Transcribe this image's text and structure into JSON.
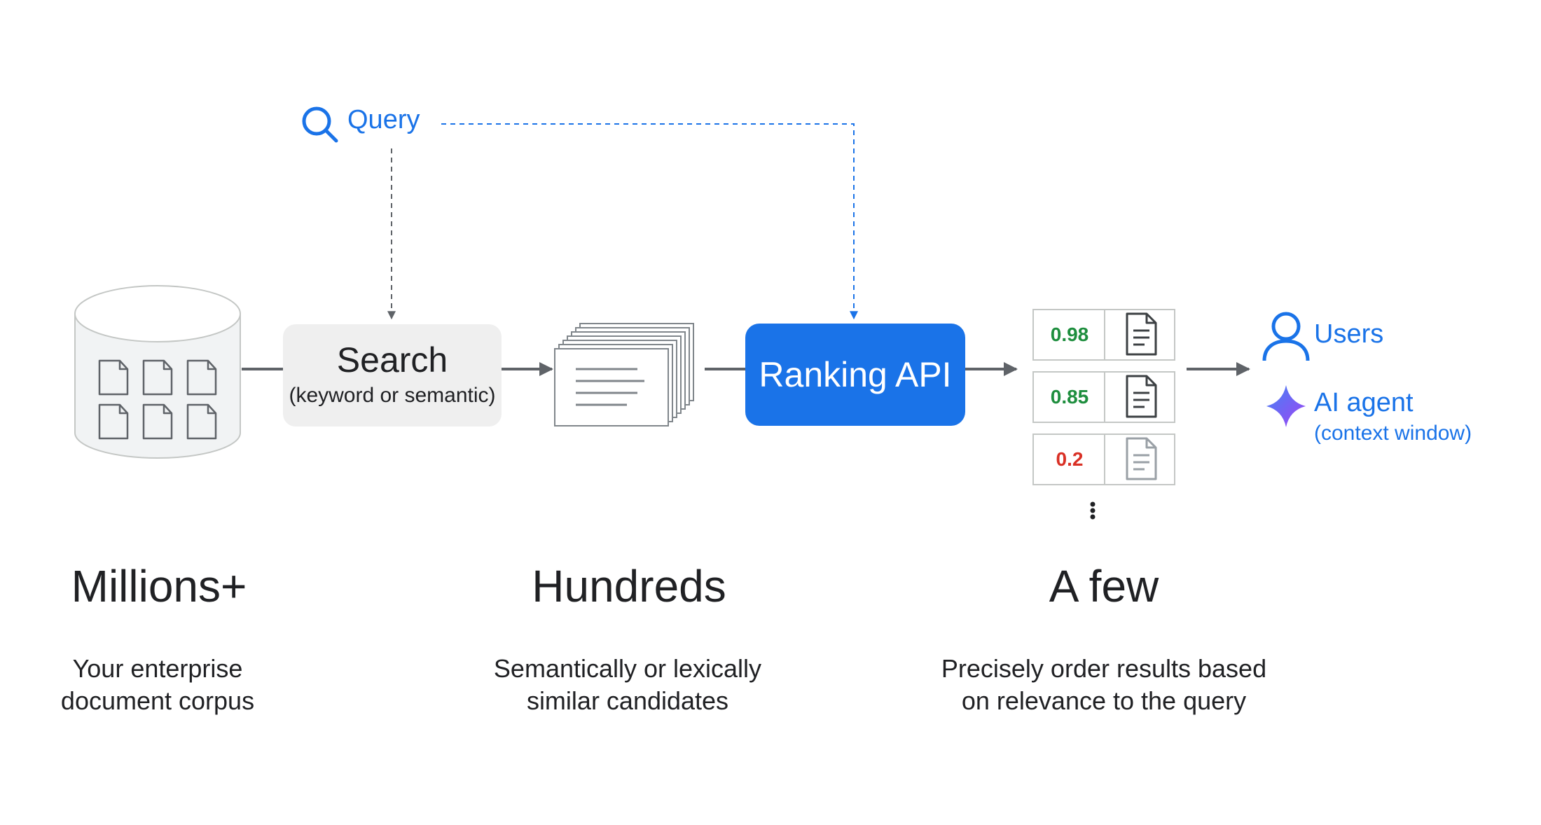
{
  "query": {
    "label": "Query"
  },
  "search": {
    "title": "Search",
    "subtitle": "(keyword or semantic)"
  },
  "ranking": {
    "label": "Ranking API"
  },
  "results": [
    {
      "score": "0.98",
      "color": "#1e8e3e"
    },
    {
      "score": "0.85",
      "color": "#1e8e3e"
    },
    {
      "score": "0.2",
      "color": "#d93025"
    }
  ],
  "outputs": {
    "users": "Users",
    "agent": "AI agent",
    "agent_sub": "(context window)"
  },
  "stages": [
    {
      "title": "Millions+",
      "desc_lines": [
        "Your enterprise",
        "document corpus"
      ]
    },
    {
      "title": "Hundreds",
      "desc_lines": [
        "Semantically or lexically",
        "similar candidates"
      ]
    },
    {
      "title": "A few",
      "desc_lines": [
        "Precisely order results based",
        "on relevance to the query"
      ]
    }
  ],
  "colors": {
    "accent": "#1a73e8",
    "text": "#202124",
    "arrow": "#5f6368",
    "high_score": "#1e8e3e",
    "low_score": "#d93025"
  }
}
